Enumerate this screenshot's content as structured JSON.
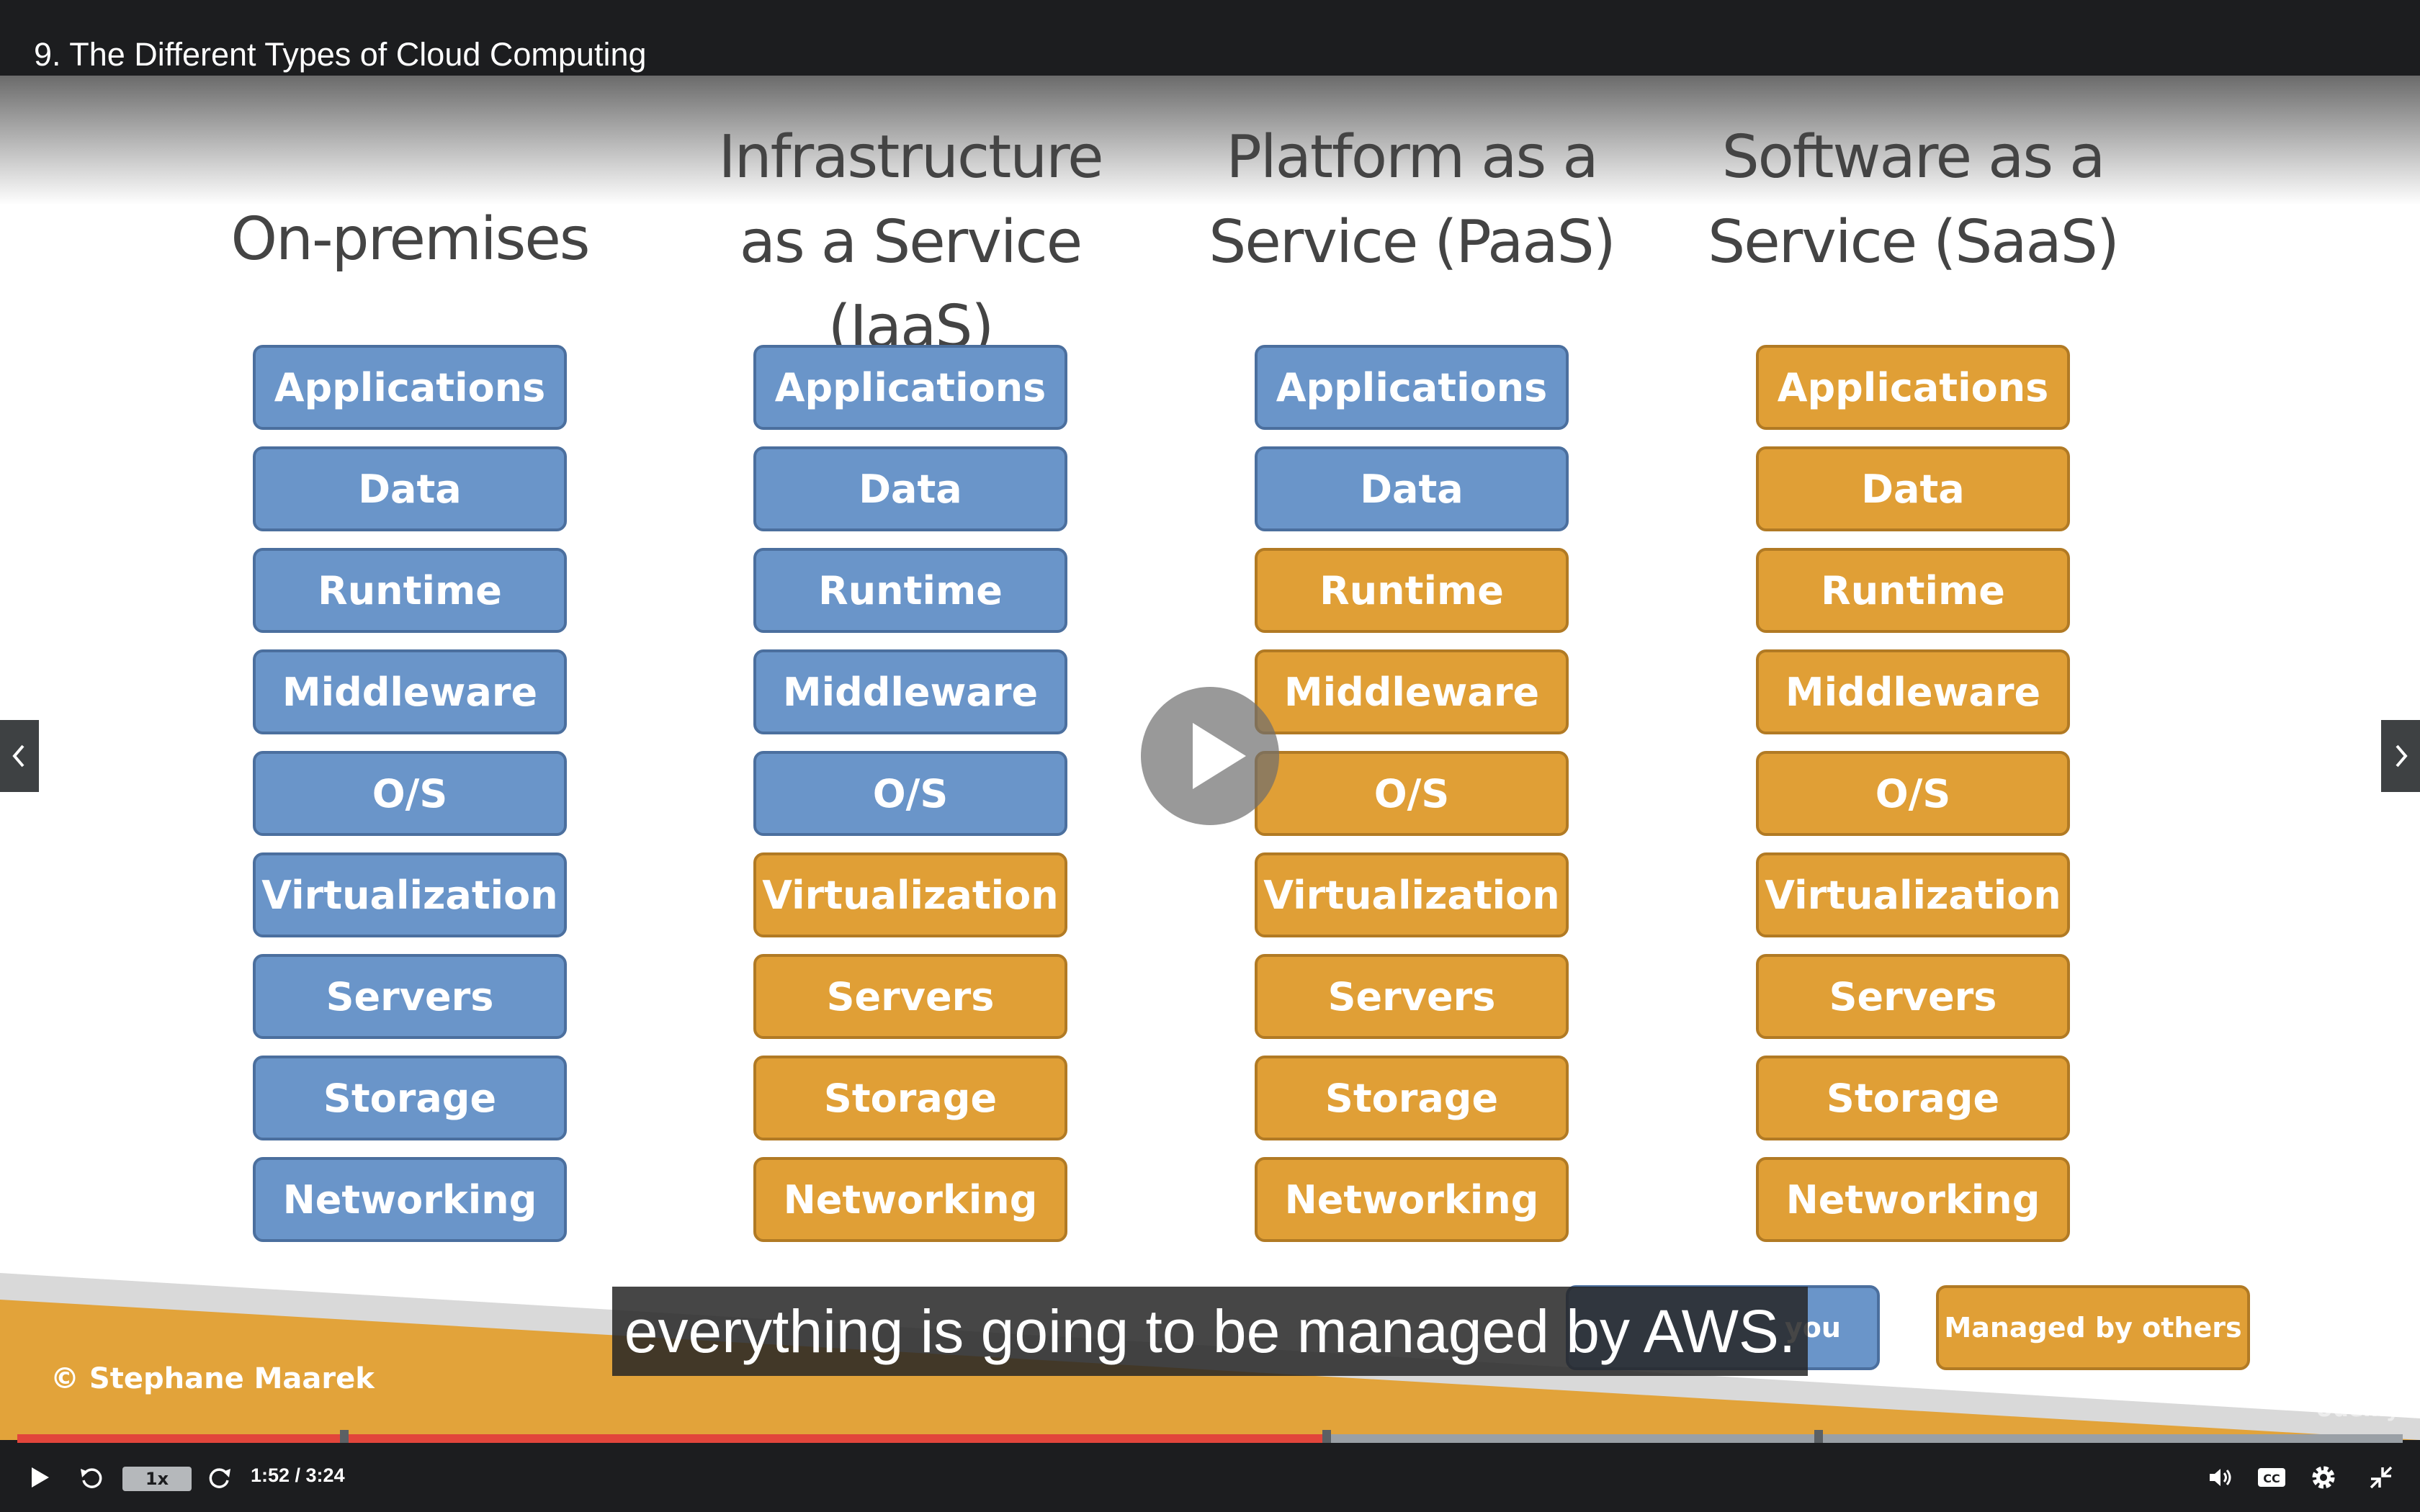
{
  "video": {
    "lecture_title": "9. The Different Types of Cloud Computing",
    "caption": "everything is going to be managed by AWS.",
    "copyright": "© Stephane Maarek",
    "watermark": "Udemy"
  },
  "colors": {
    "managed_by_you": "#6a95c9",
    "managed_by_others": "#e09f36",
    "footer_band": "#e2a33a",
    "progress_played": "#e2453b"
  },
  "slide": {
    "columns": [
      {
        "title": "On-premises",
        "layers": [
          {
            "label": "Applications",
            "managed": "you"
          },
          {
            "label": "Data",
            "managed": "you"
          },
          {
            "label": "Runtime",
            "managed": "you"
          },
          {
            "label": "Middleware",
            "managed": "you"
          },
          {
            "label": "O/S",
            "managed": "you"
          },
          {
            "label": "Virtualization",
            "managed": "you"
          },
          {
            "label": "Servers",
            "managed": "you"
          },
          {
            "label": "Storage",
            "managed": "you"
          },
          {
            "label": "Networking",
            "managed": "you"
          }
        ]
      },
      {
        "title": "Infrastructure as a Service (IaaS)",
        "layers": [
          {
            "label": "Applications",
            "managed": "you"
          },
          {
            "label": "Data",
            "managed": "you"
          },
          {
            "label": "Runtime",
            "managed": "you"
          },
          {
            "label": "Middleware",
            "managed": "you"
          },
          {
            "label": "O/S",
            "managed": "you"
          },
          {
            "label": "Virtualization",
            "managed": "others"
          },
          {
            "label": "Servers",
            "managed": "others"
          },
          {
            "label": "Storage",
            "managed": "others"
          },
          {
            "label": "Networking",
            "managed": "others"
          }
        ]
      },
      {
        "title": "Platform as a Service (PaaS)",
        "layers": [
          {
            "label": "Applications",
            "managed": "you"
          },
          {
            "label": "Data",
            "managed": "you"
          },
          {
            "label": "Runtime",
            "managed": "others"
          },
          {
            "label": "Middleware",
            "managed": "others"
          },
          {
            "label": "O/S",
            "managed": "others"
          },
          {
            "label": "Virtualization",
            "managed": "others"
          },
          {
            "label": "Servers",
            "managed": "others"
          },
          {
            "label": "Storage",
            "managed": "others"
          },
          {
            "label": "Networking",
            "managed": "others"
          }
        ]
      },
      {
        "title": "Software as a Service (SaaS)",
        "layers": [
          {
            "label": "Applications",
            "managed": "others"
          },
          {
            "label": "Data",
            "managed": "others"
          },
          {
            "label": "Runtime",
            "managed": "others"
          },
          {
            "label": "Middleware",
            "managed": "others"
          },
          {
            "label": "O/S",
            "managed": "others"
          },
          {
            "label": "Virtualization",
            "managed": "others"
          },
          {
            "label": "Servers",
            "managed": "others"
          },
          {
            "label": "Storage",
            "managed": "others"
          },
          {
            "label": "Networking",
            "managed": "others"
          }
        ]
      }
    ],
    "legend": {
      "managed_by_you_visible": "you",
      "managed_by_others": "Managed by others"
    }
  },
  "player": {
    "play_icon": "play-icon",
    "speed": "1x",
    "current_time": "1:52",
    "duration": "3:24",
    "time_display": "1:52 / 3:24",
    "progress_fraction": 0.549,
    "chapter_markers": [
      0.137,
      0.549,
      0.755
    ],
    "controls_right": [
      "volume-icon",
      "closed-captions-icon",
      "settings-icon",
      "exit-fullscreen-icon"
    ]
  }
}
